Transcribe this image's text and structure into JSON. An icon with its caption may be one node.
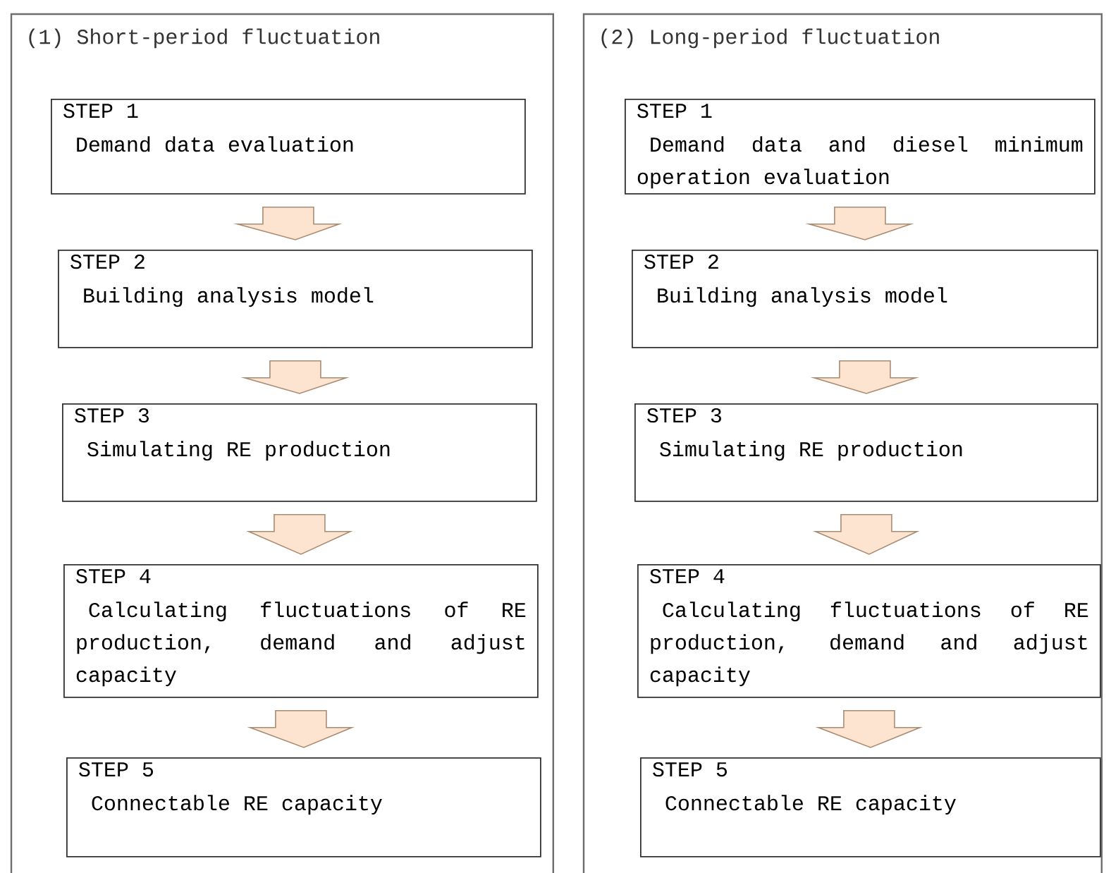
{
  "diagram": {
    "nodes": [
      {
        "text": [
          "(1) Short-period fluctuation"
        ]
      },
      {
        "text": [
          "STEP 1",
          "Demand data evaluation"
        ],
        "in": 0
      },
      {
        "text": [
          "STEP 2",
          "Building analysis model"
        ],
        "in": 0
      },
      {
        "text": [
          "STEP 3",
          "Simulating RE production"
        ],
        "in": 0
      },
      {
        "text": [
          "STEP 4",
          "Calculating fluctuations of RE production, demand and adjust capacity"
        ],
        "in": 0
      },
      {
        "text": [
          "STEP 5",
          "Connectable RE capacity"
        ],
        "in": 0
      },
      {
        "text": [
          "(2) Long-period fluctuation"
        ]
      },
      {
        "text": [
          "STEP 1",
          "Demand data and diesel minimum operation evaluation"
        ],
        "in": 6
      },
      {
        "text": [
          "STEP 2",
          "Building analysis model"
        ],
        "in": 6
      },
      {
        "text": [
          "STEP 3",
          "Simulating RE production"
        ],
        "in": 6
      },
      {
        "text": [
          "STEP 4",
          "Calculating fluctuations of RE production, demand and adjust capacity"
        ],
        "in": 6
      },
      {
        "text": [
          "STEP 5",
          "Connectable RE capacity"
        ],
        "in": 6
      }
    ],
    "edges": [
      {
        "from": 1,
        "to": 2,
        "arrow": "to"
      },
      {
        "from": 2,
        "to": 3,
        "arrow": "to"
      },
      {
        "from": 3,
        "to": 4,
        "arrow": "to"
      },
      {
        "from": 4,
        "to": 5,
        "arrow": "to"
      },
      {
        "from": 7,
        "to": 8,
        "arrow": "to"
      },
      {
        "from": 8,
        "to": 9,
        "arrow": "to"
      },
      {
        "from": 9,
        "to": 10,
        "arrow": "to"
      },
      {
        "from": 10,
        "to": 11,
        "arrow": "to"
      }
    ]
  }
}
